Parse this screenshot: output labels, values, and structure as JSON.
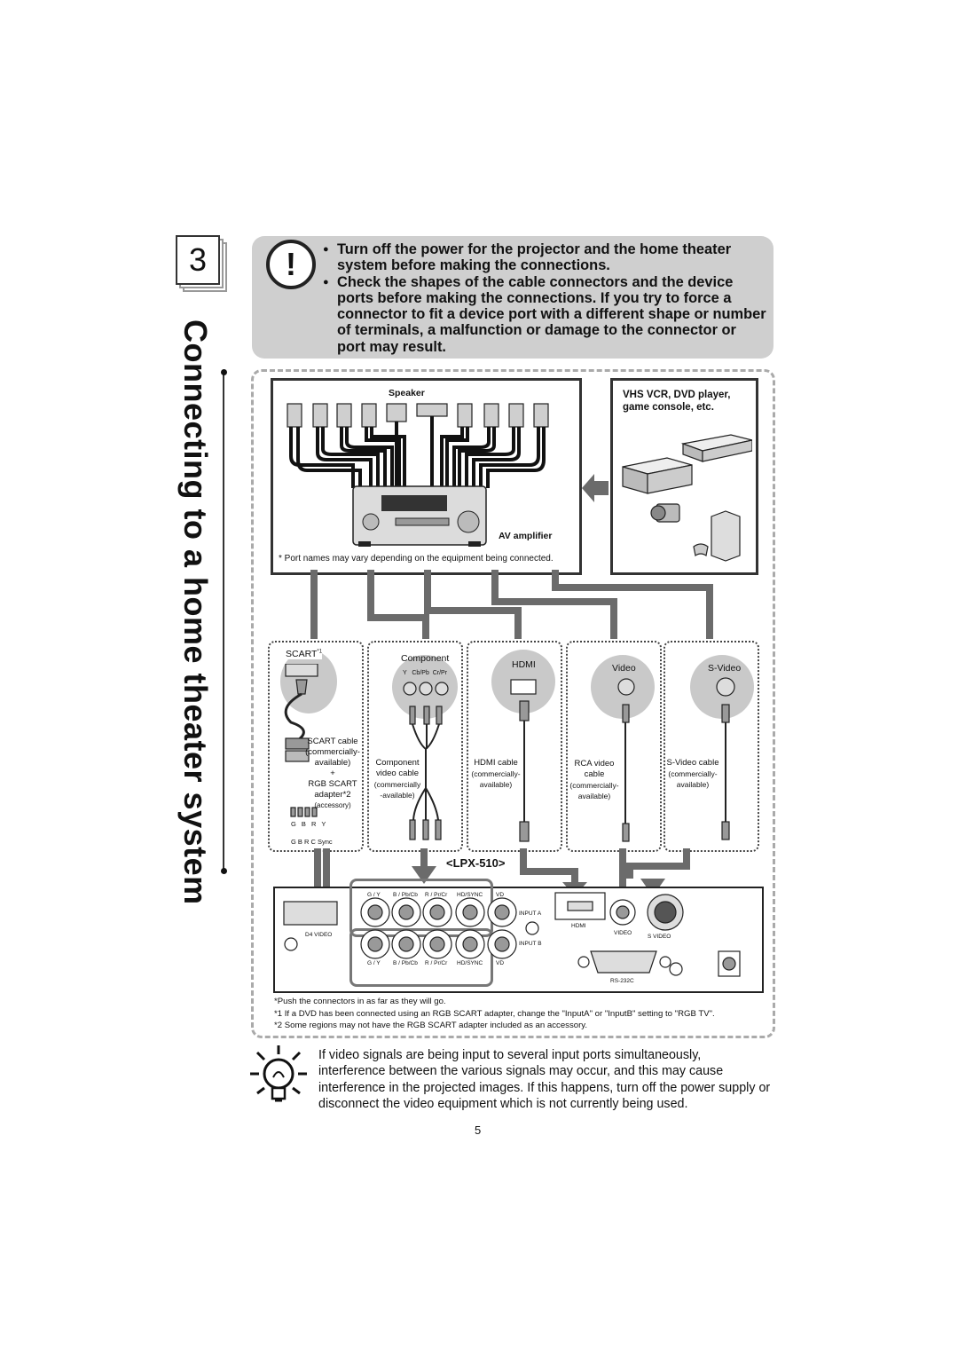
{
  "step": {
    "number": "3",
    "title": "Connecting to a home theater system"
  },
  "warning": {
    "icon": "exclamation-icon",
    "items": [
      "Turn off the power for the projector and the home theater system before making the connections.",
      "Check the shapes of the cable connectors and the device ports before making the connections. If you try to force a connector to fit a device port with a different shape or number of terminals, a malfunction or damage to the connector or port may result."
    ]
  },
  "diagram": {
    "speaker_label": "Speaker",
    "amp_label": "AV amplifier",
    "port_note": "* Port names may vary depending on the equipment being connected.",
    "devices_label": "VHS VCR, DVD player, game console, etc.",
    "ports": [
      {
        "name": "SCART",
        "sup": "*1",
        "cable": [
          "SCART cable",
          "(commercially-",
          "available)",
          "+",
          "RGB SCART",
          "adapter*2",
          "(accessory)"
        ],
        "pins": "G B R Y",
        "pins2": "G B R C Sync"
      },
      {
        "name": "Component",
        "sub": "Y   Cb/Pb  Cr/Pr",
        "cable": [
          "Component",
          "video cable",
          "(commercially",
          "-available)"
        ]
      },
      {
        "name": "HDMI",
        "cable": [
          "HDMI cable",
          "(commercially-",
          "available)"
        ]
      },
      {
        "name": "Video",
        "cable": [
          "RCA video",
          "cable",
          "(commercially-",
          "available)"
        ]
      },
      {
        "name": "S-Video",
        "cable": [
          "S-Video cable",
          "(commercially-",
          "available)"
        ]
      }
    ],
    "model": "<LPX-510>",
    "panel": {
      "row_labels": [
        "G / Y",
        "B / Pb/Cb",
        "R / Pr/Cr",
        "HD/SYNC",
        "VD"
      ],
      "input_a": "INPUT A",
      "input_b": "INPUT B",
      "hdmi": "HDMI",
      "video": "VIDEO",
      "svideo": "S VIDEO",
      "rs232c": "RS-232C",
      "d4": "D4 VIDEO"
    },
    "footnotes": [
      "*Push the connectors in as far as they will go.",
      "*1 If a DVD has been connected using an RGB SCART adapter, change the \"InputA\" or \"InputB\" setting to \"RGB TV\".",
      "*2 Some regions may not have the RGB SCART adapter included as an accessory."
    ]
  },
  "tip": {
    "icon": "lightbulb-icon",
    "text": "If video signals are being input to several input ports simultaneously, interference between the various signals may occur, and this may cause interference in the projected images. If this happens, turn off the power supply or disconnect the video equipment which is not currently being used."
  },
  "page_number": "5"
}
